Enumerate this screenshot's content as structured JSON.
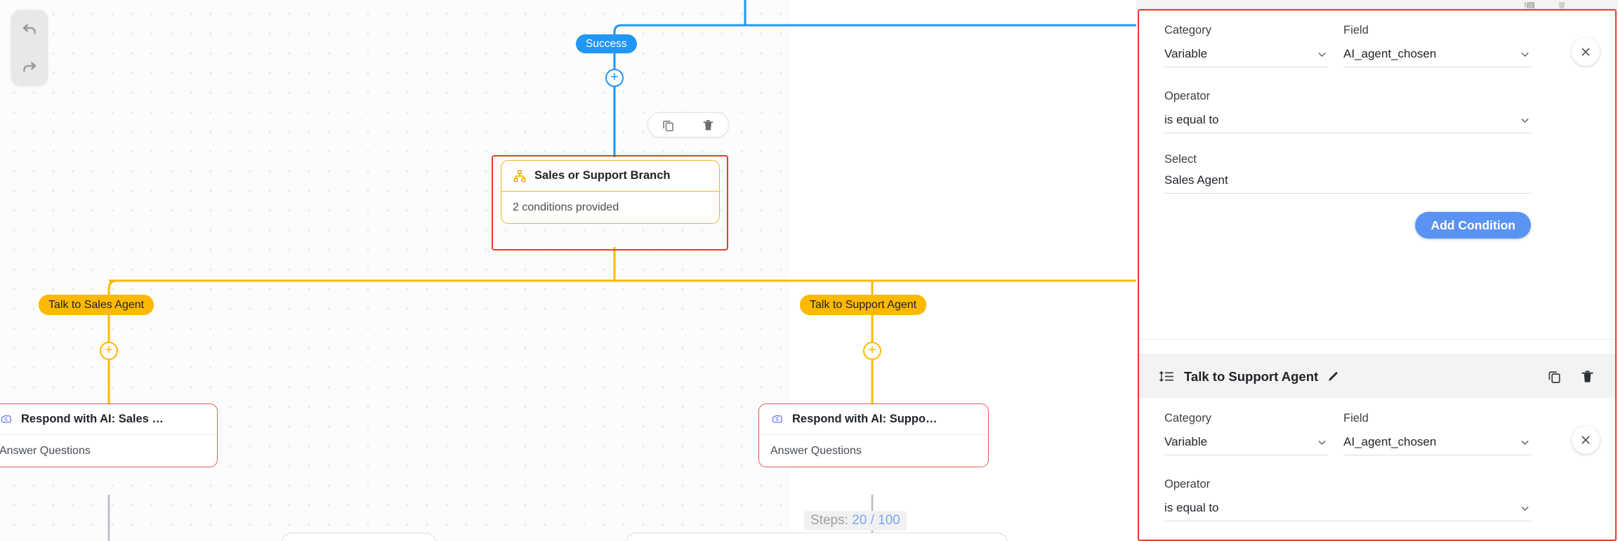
{
  "canvas": {
    "history": {
      "undo_icon": "undo-arrow-icon",
      "redo_icon": "redo-arrow-icon"
    },
    "node_toolbar": {
      "duplicate_icon": "copy-icon",
      "delete_icon": "trash-icon"
    },
    "steps": {
      "label": "Steps:",
      "value": "20 / 100"
    },
    "edges": [
      {
        "label": "Success",
        "color": "#2196f3"
      },
      {
        "label": "Talk to Sales Agent",
        "color": "#fcb900"
      },
      {
        "label": "Talk to Support Agent",
        "color": "#fcb900"
      }
    ],
    "nodes": [
      {
        "id": "branch",
        "icon": "sitemap-branch-icon",
        "title": "Sales or Support Branch",
        "subtitle": "2 conditions provided",
        "selected": true,
        "accent": "#f0b429"
      },
      {
        "id": "ai-sales",
        "icon": "brain-ai-icon",
        "title": "Respond with AI: Sales …",
        "subtitle": "Answer Questions",
        "selected": true,
        "accent": "#ef5a4c"
      },
      {
        "id": "ai-support",
        "icon": "brain-ai-icon",
        "title": "Respond with AI: Suppo…",
        "subtitle": "Answer Questions",
        "selected": true,
        "accent": "#ef5a4c"
      }
    ]
  },
  "panel": {
    "accent_selection_color": "#e8392b",
    "primary_color": "#5b93f5",
    "conditions": [
      {
        "category_label": "Category",
        "category_value": "Variable",
        "field_label": "Field",
        "field_value": "AI_agent_chosen",
        "operator_label": "Operator",
        "operator_value": "is equal to",
        "select_label": "Select",
        "select_value": "Sales Agent",
        "close_icon": "close-x-icon"
      },
      {
        "category_label": "Category",
        "category_value": "Variable",
        "field_label": "Field",
        "field_value": "AI_agent_chosen",
        "operator_label": "Operator",
        "operator_value": "is equal to",
        "close_icon": "close-x-icon"
      }
    ],
    "add_condition_label": "Add Condition",
    "section_header": {
      "reorder_icon": "reorder-sort-icon",
      "title": "Talk to Support Agent",
      "edit_icon": "pencil-edit-icon",
      "duplicate_icon": "copy-icon",
      "delete_icon": "trash-icon"
    }
  }
}
